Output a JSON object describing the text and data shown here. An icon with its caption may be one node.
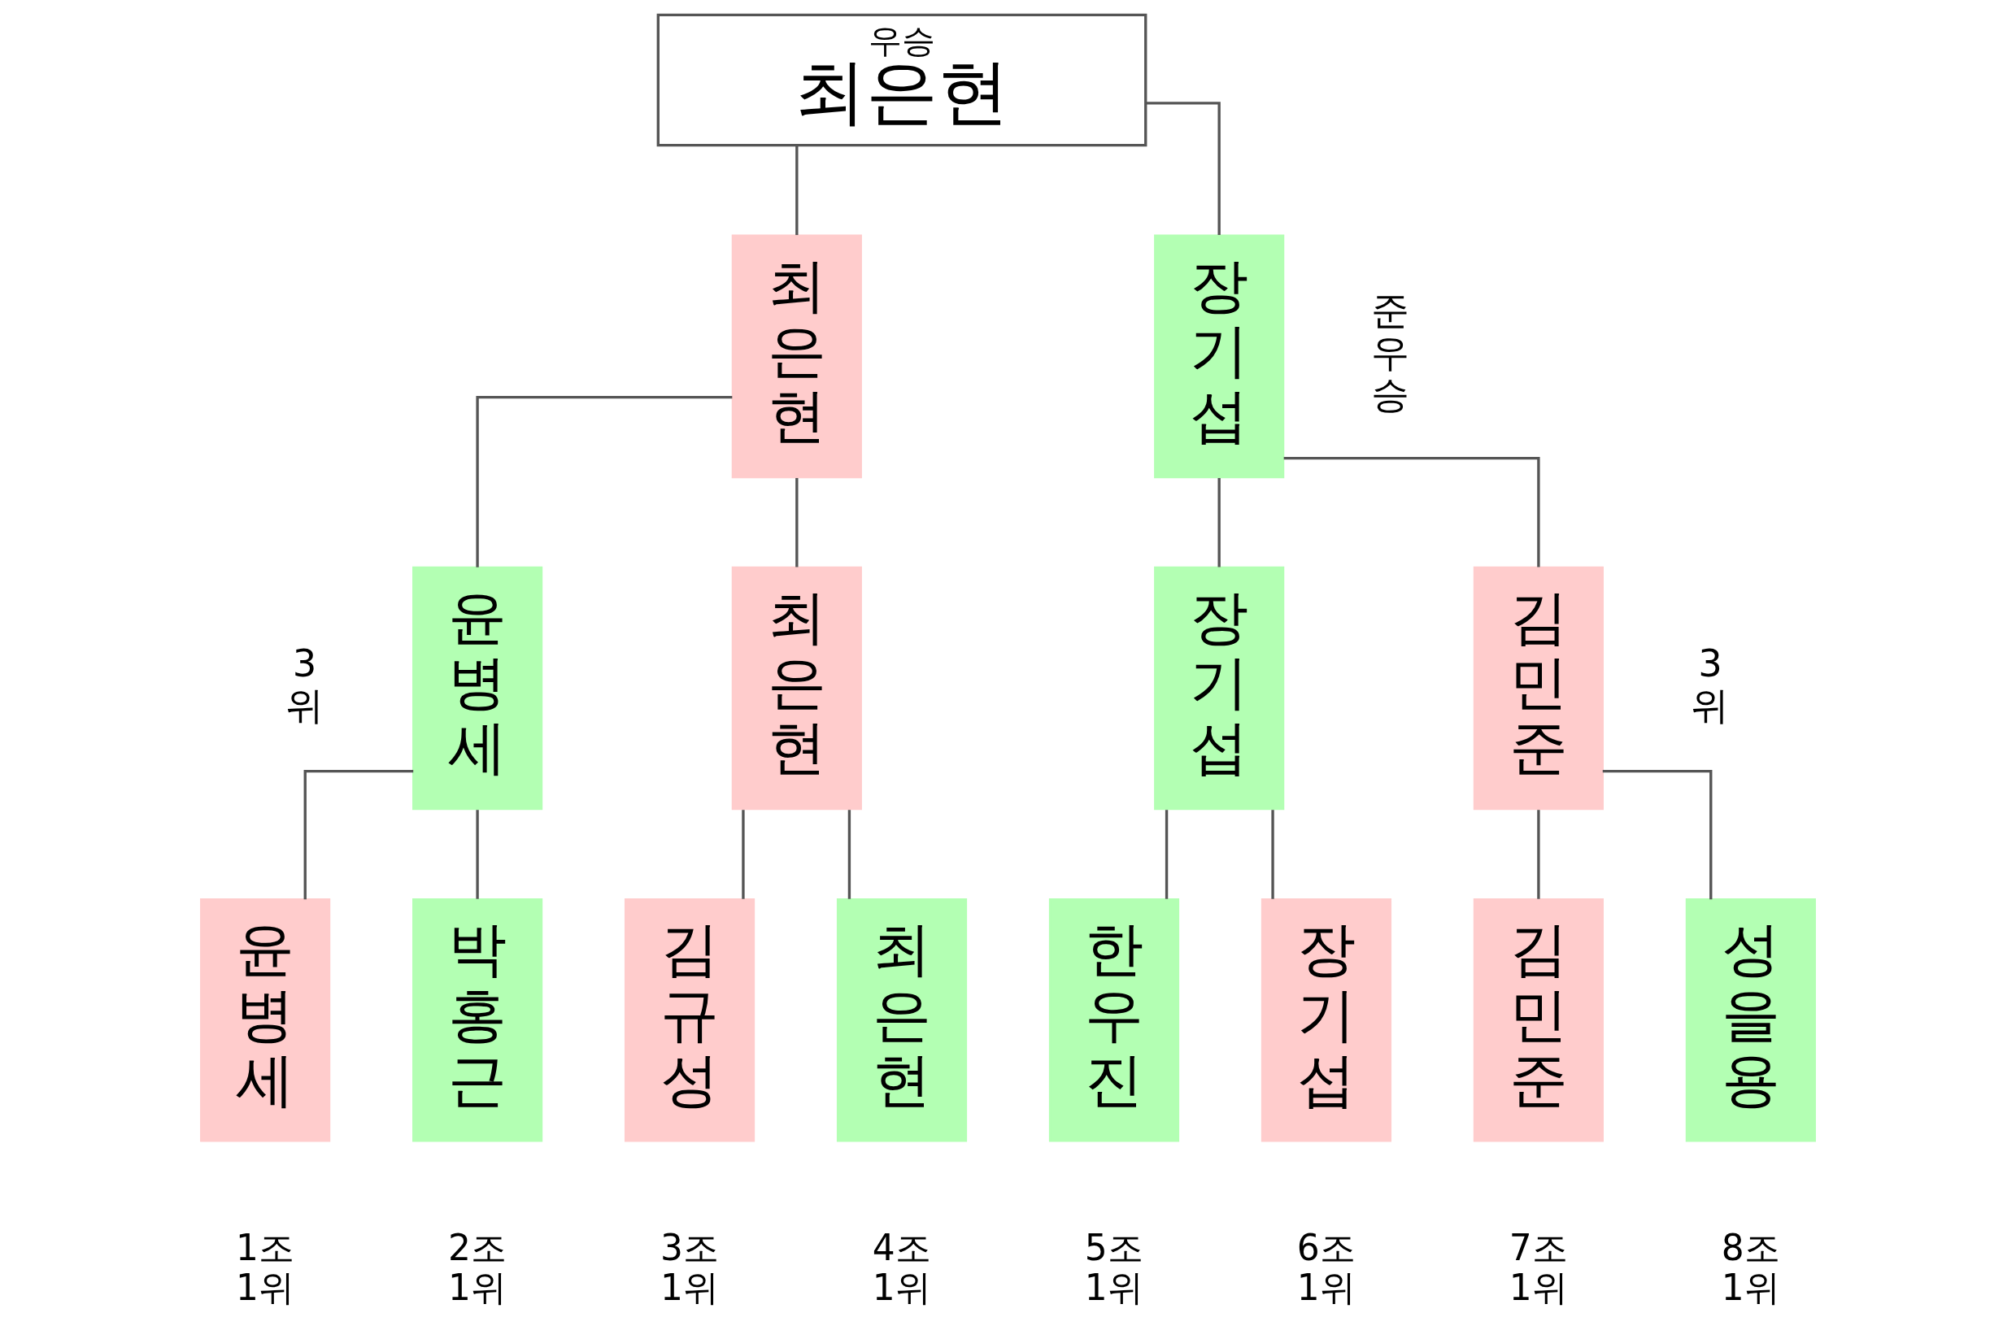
{
  "diagram": {
    "nodes": [
      {
        "text": [
          "우승",
          "최은현"
        ]
      },
      {
        "text": [
          "최은현"
        ]
      },
      {
        "text": [
          "장기섭"
        ],
        "beside": [
          "준우승"
        ]
      },
      {
        "text": [
          "윤병세"
        ],
        "beside": [
          "3위"
        ]
      },
      {
        "text": [
          "최은현"
        ]
      },
      {
        "text": [
          "장기섭"
        ]
      },
      {
        "text": [
          "김민준"
        ],
        "beside": [
          "3위"
        ]
      },
      {
        "text": [
          "윤병세"
        ],
        "beside": [
          "1조 1위"
        ]
      },
      {
        "text": [
          "박홍근"
        ],
        "beside": [
          "2조 1위"
        ]
      },
      {
        "text": [
          "김규성"
        ],
        "beside": [
          "3조 1위"
        ]
      },
      {
        "text": [
          "최은현"
        ],
        "beside": [
          "4조 1위"
        ]
      },
      {
        "text": [
          "한우진"
        ],
        "beside": [
          "5조 1위"
        ]
      },
      {
        "text": [
          "장기섭"
        ],
        "beside": [
          "6조 1위"
        ]
      },
      {
        "text": [
          "김민준"
        ],
        "beside": [
          "7조 1위"
        ]
      },
      {
        "text": [
          "성을용"
        ],
        "beside": [
          "8조 1위"
        ]
      }
    ],
    "edges": [
      {
        "from": 0,
        "to": 1,
        "arrow": "none"
      },
      {
        "from": 0,
        "to": 2,
        "arrow": "none"
      },
      {
        "from": 1,
        "to": 3,
        "arrow": "none"
      },
      {
        "from": 1,
        "to": 4,
        "arrow": "none"
      },
      {
        "from": 2,
        "to": 5,
        "arrow": "none"
      },
      {
        "from": 2,
        "to": 6,
        "arrow": "none"
      },
      {
        "from": 3,
        "to": 7,
        "arrow": "none"
      },
      {
        "from": 3,
        "to": 8,
        "arrow": "none"
      },
      {
        "from": 4,
        "to": 9,
        "arrow": "none"
      },
      {
        "from": 4,
        "to": 10,
        "arrow": "none"
      },
      {
        "from": 5,
        "to": 11,
        "arrow": "none"
      },
      {
        "from": 5,
        "to": 12,
        "arrow": "none"
      },
      {
        "from": 6,
        "to": 13,
        "arrow": "none"
      },
      {
        "from": 6,
        "to": 14,
        "arrow": "none"
      }
    ]
  }
}
